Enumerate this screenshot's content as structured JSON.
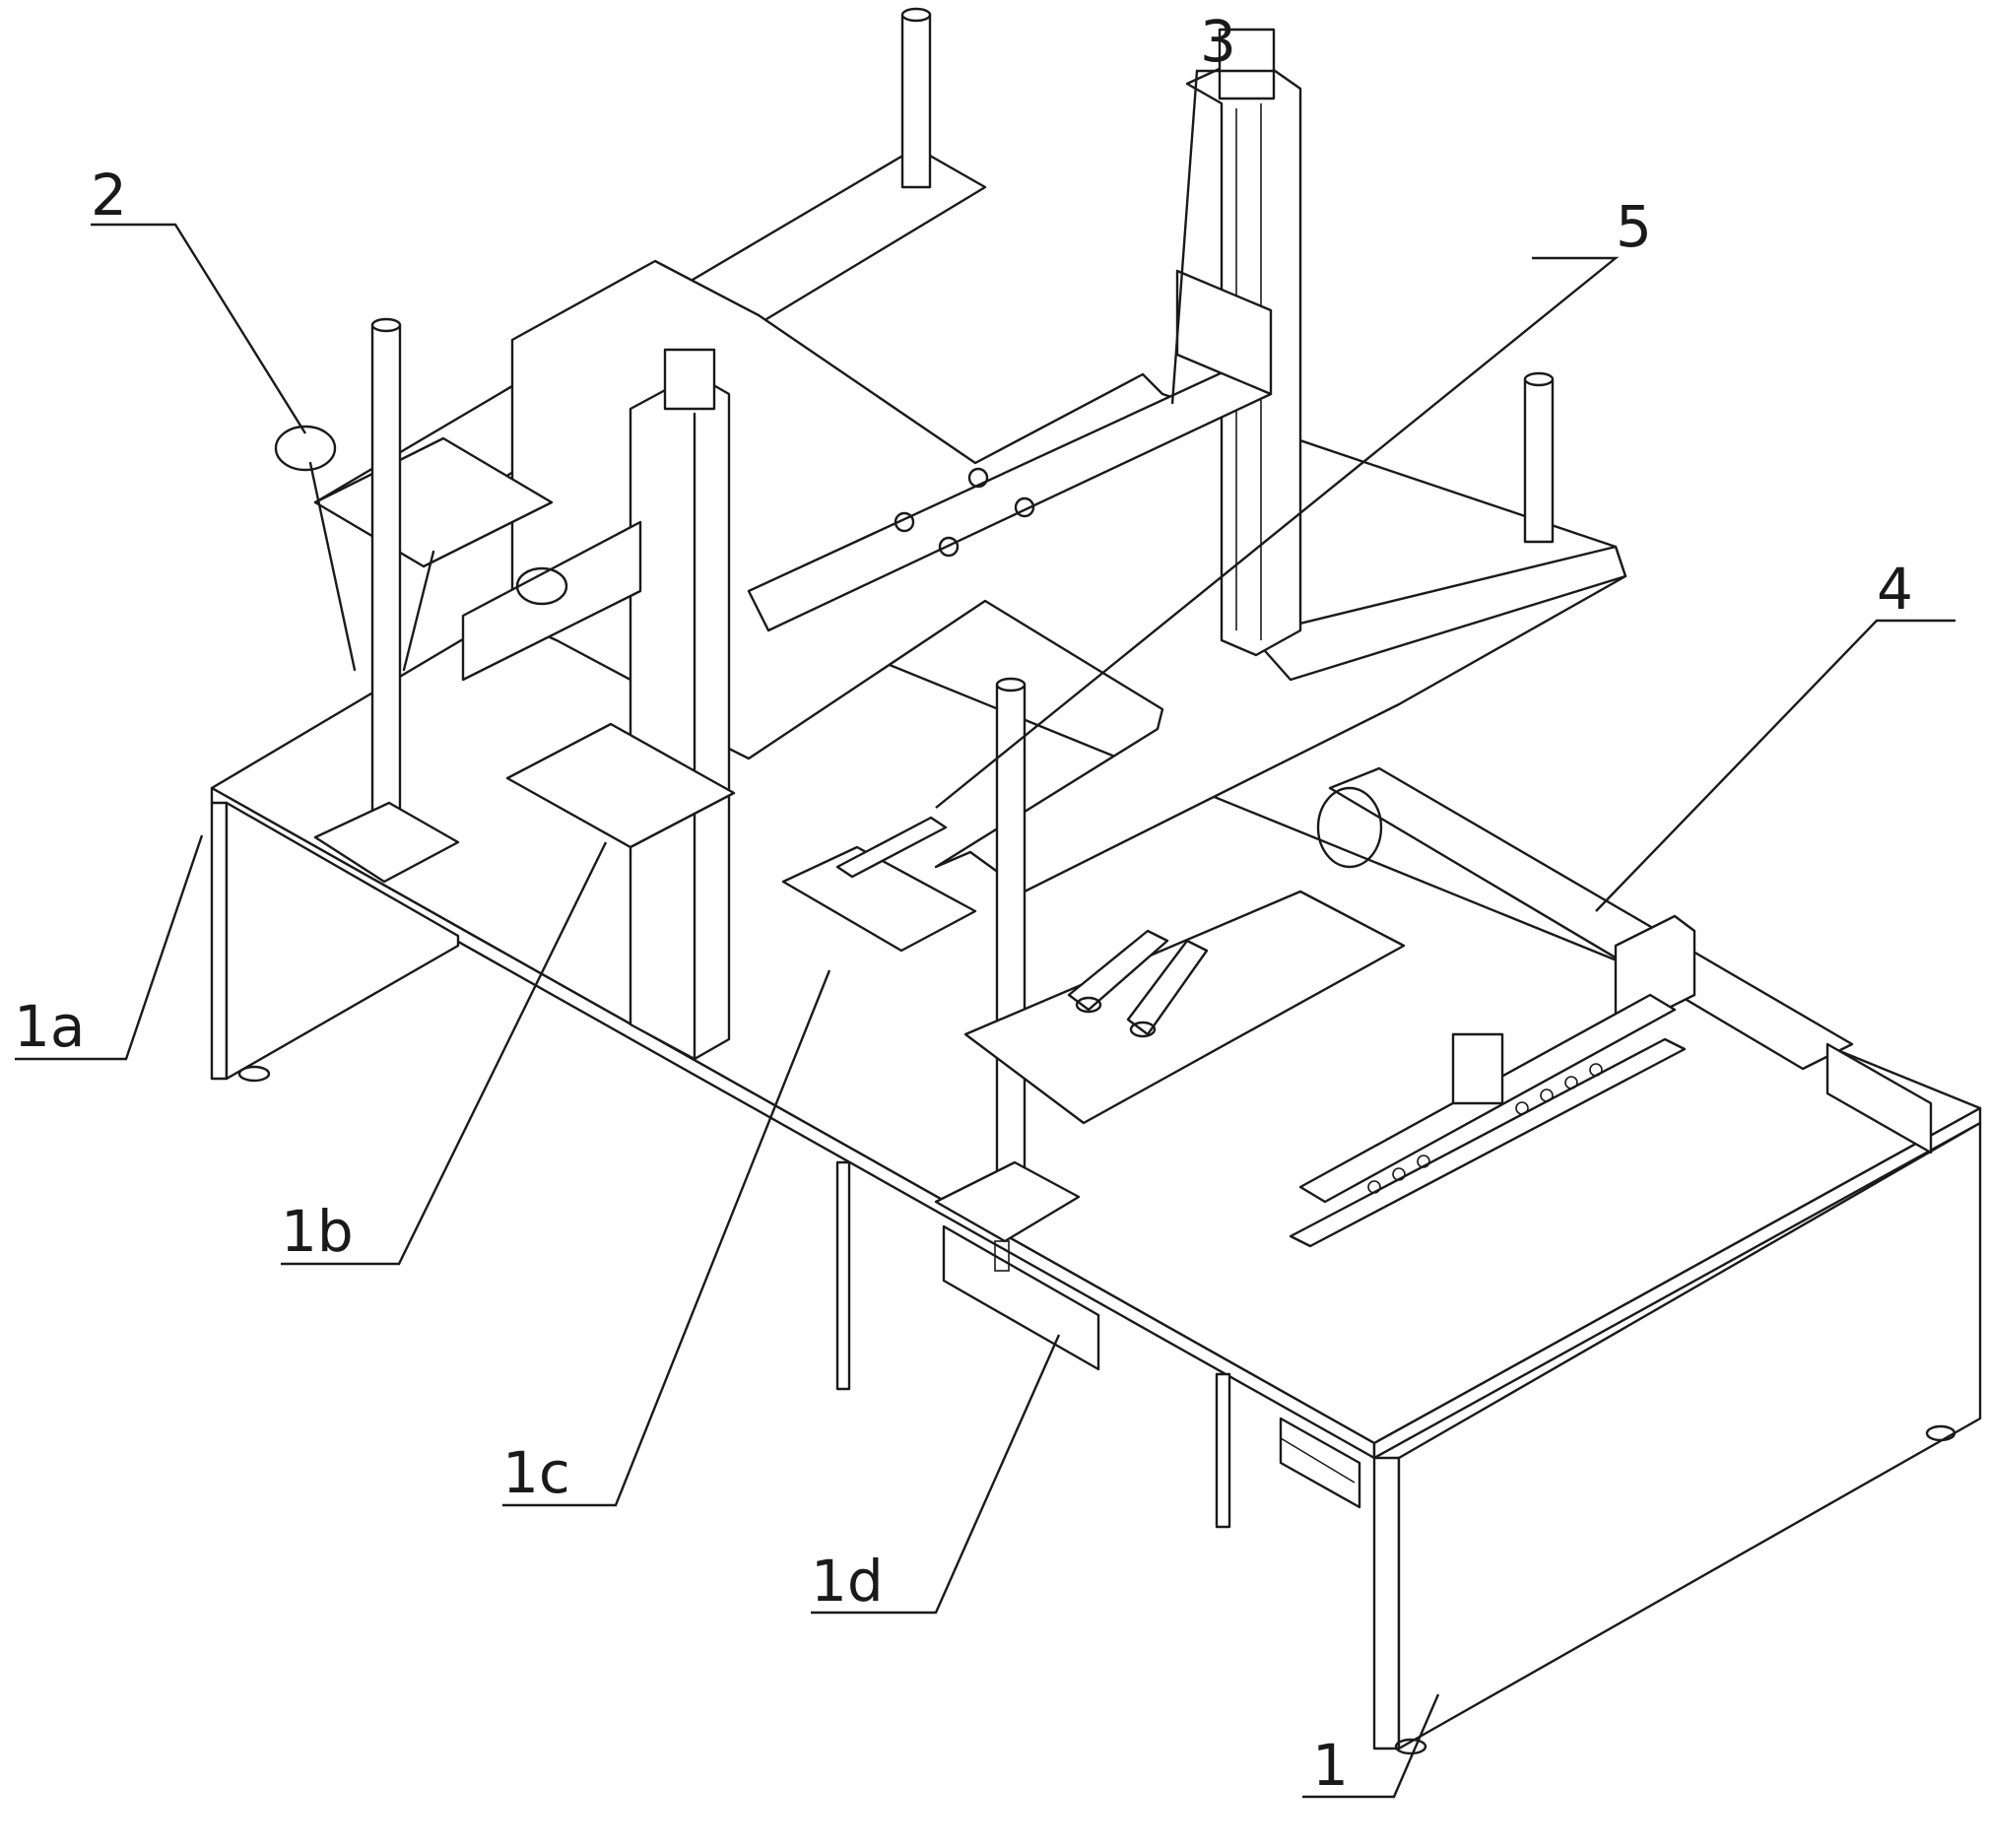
{
  "callouts": [
    {
      "id": "2",
      "text": "2"
    },
    {
      "id": "3",
      "text": "3"
    },
    {
      "id": "5",
      "text": "5"
    },
    {
      "id": "4",
      "text": "4"
    },
    {
      "id": "1a",
      "text": "1a"
    },
    {
      "id": "1b",
      "text": "1b"
    },
    {
      "id": "1c",
      "text": "1c"
    },
    {
      "id": "1d",
      "text": "1d"
    },
    {
      "id": "1",
      "text": "1"
    }
  ]
}
